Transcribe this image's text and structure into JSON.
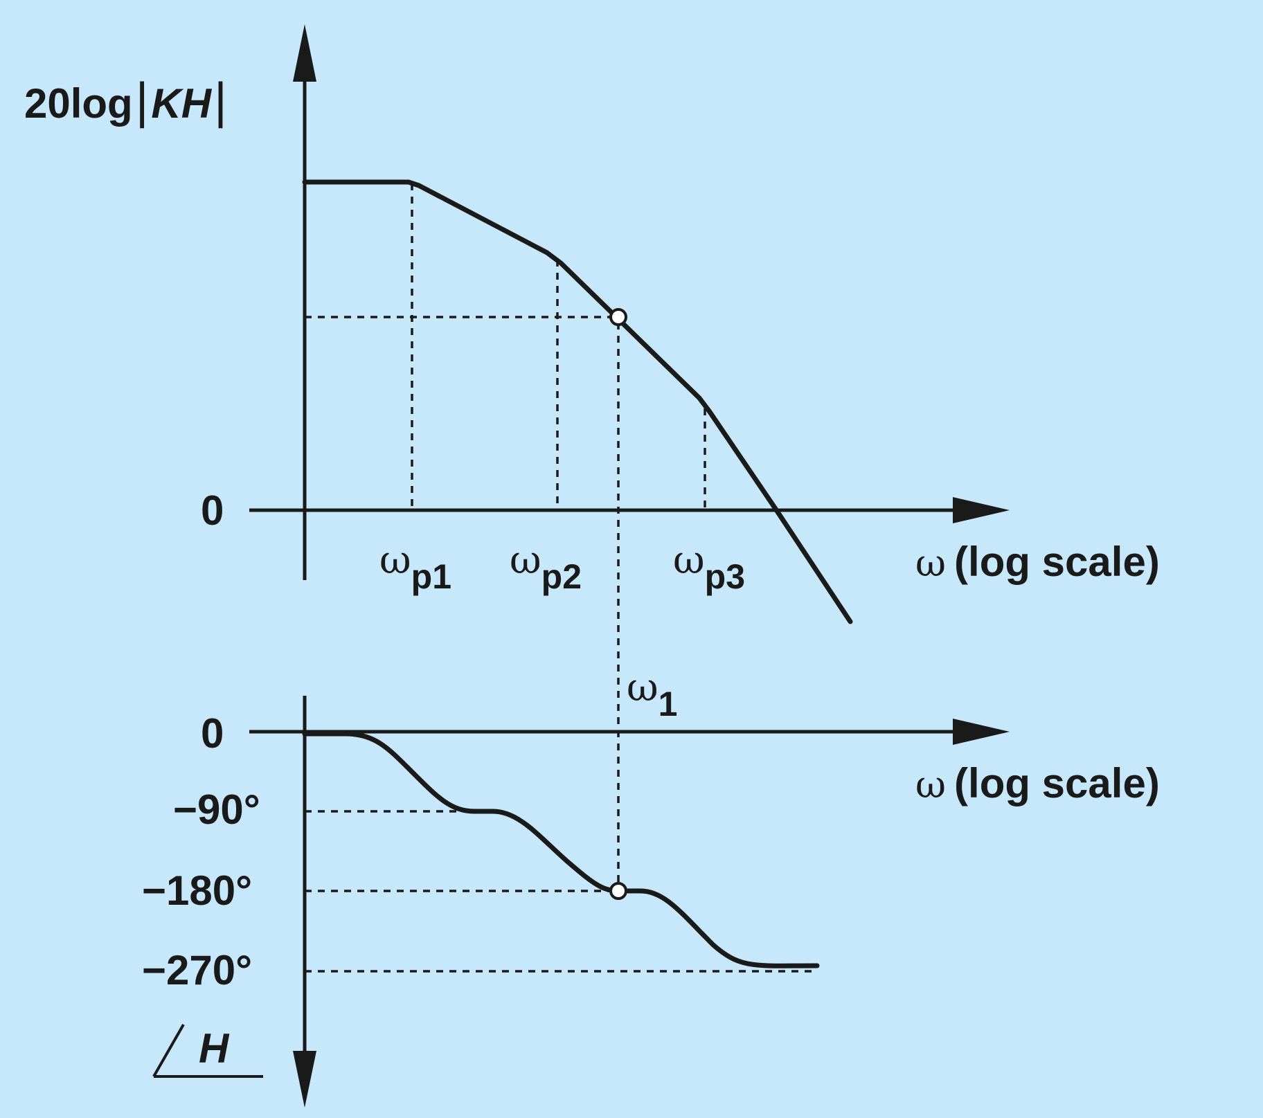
{
  "magnitude_plot": {
    "axis_label_prefix": "20log",
    "axis_label_var": "KH",
    "zero_label": "0",
    "x_axis_label": "(log scale)",
    "omega_symbol": "ω",
    "pole_labels": [
      {
        "sym": "ω",
        "sub": "p1"
      },
      {
        "sym": "ω",
        "sub": "p2"
      },
      {
        "sym": "ω",
        "sub": "p3"
      }
    ]
  },
  "phase_plot": {
    "zero_label": "0",
    "tick_labels": [
      "−90°",
      "−180°",
      "−270°"
    ],
    "x_axis_label": "(log scale)",
    "omega_symbol": "ω",
    "axis_label_var": "H"
  },
  "crossover": {
    "sym": "ω",
    "sub": "1"
  },
  "colors": {
    "background": "#c6e8fa",
    "ink": "#1a1a1a"
  }
}
